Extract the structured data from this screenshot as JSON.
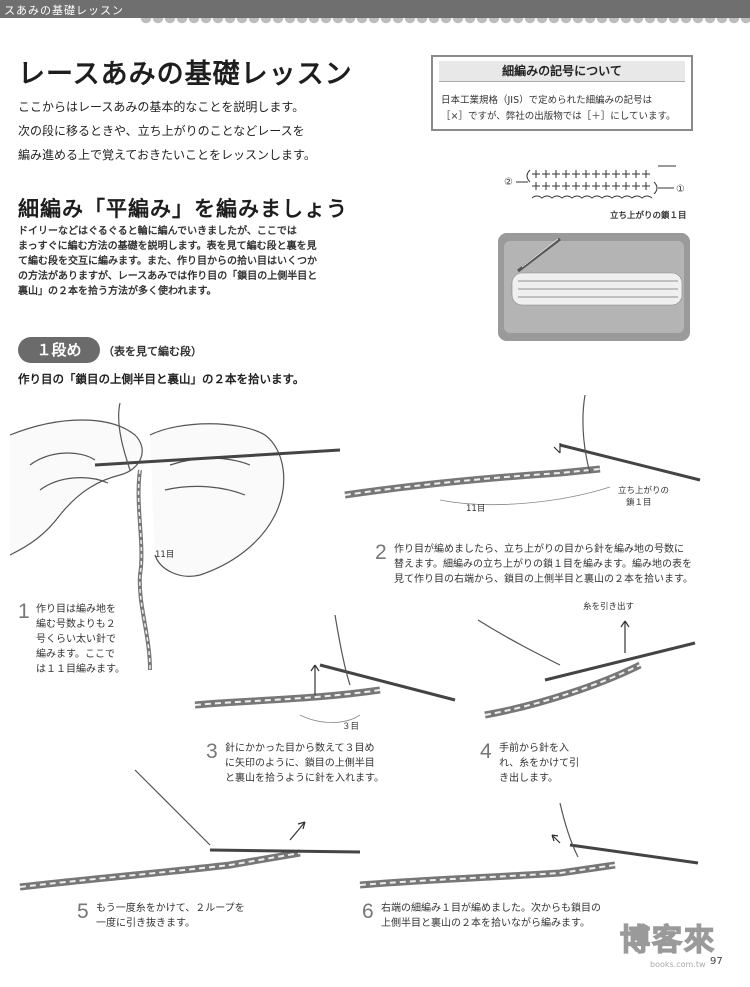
{
  "header": {
    "running_title": "スあみの基礎レッスン"
  },
  "title": "レースあみの基礎レッスン",
  "intro": [
    "ここからはレースあみの基本的なことを説明します。",
    "次の段に移るときや、立ち上がりのことなどレースを",
    "編み進める上で覚えておきたいことをレッスンします。"
  ],
  "note": {
    "heading": "細編みの記号について",
    "lines": [
      "日本工業規格（JIS）で定められた細編みの記号は",
      "［×］ですが、弊社の出版物では［＋］にしています。"
    ]
  },
  "symbol_chart": {
    "label_2": "②",
    "label_1": "①",
    "caption": "立ち上がりの鎖１目"
  },
  "section": {
    "heading": "細編み「平編み」を編みましょう",
    "body": [
      "ドイリーなどはぐるぐると輪に編んでいきましたが、ここでは",
      "まっすぐに編む方法の基礎を説明します。表を見て編む段と裏を見",
      "て編む段を交互に編みます。また、作り目からの拾い目はいくつか",
      "の方法がありますが、レースあみでは作り目の「鎖目の上側半目と",
      "裏山」の２本を拾う方法が多く使われます。"
    ]
  },
  "row1": {
    "badge": "１段め",
    "sub": "（表を見て編む段）",
    "lead": "作り目の「鎖目の上側半目と裏山」の２本を拾います。"
  },
  "steps": {
    "s1": {
      "num": "1",
      "lines": [
        "作り目は編み地を",
        "編む号数よりも２",
        "号くらい太い針で",
        "編みます。ここで",
        "は１１目編みます。"
      ],
      "label": "11目"
    },
    "s2": {
      "num": "2",
      "lines": [
        "作り目が編めましたら、立ち上がりの目から針を編み地の号数に",
        "替えます。細編みの立ち上がりの鎖１目を編みます。編み地の表を",
        "見て作り目の右端から、鎖目の上側半目と裏山の２本を拾います。"
      ],
      "label_count": "11目",
      "label_rise_1": "立ち上がりの",
      "label_rise_2": "鎖１目"
    },
    "s3": {
      "num": "3",
      "lines": [
        "針にかかった目から数えて３目め",
        "に矢印のように、鎖目の上側半目",
        "と裏山を拾うように針を入れます。"
      ],
      "label": "３目"
    },
    "s4": {
      "num": "4",
      "lines": [
        "手前から針を入",
        "れ、糸をかけて引",
        "き出します。"
      ],
      "label": "糸を引き出す"
    },
    "s5": {
      "num": "5",
      "lines": [
        "もう一度糸をかけて、２ループを",
        "一度に引き抜きます。"
      ]
    },
    "s6": {
      "num": "6",
      "lines": [
        "右端の細編み１目が編めました。次からも鎖目の",
        "上側半目と裏山の２本を拾いながら編みます。"
      ]
    }
  },
  "watermark": {
    "text": "博客來",
    "url": "books.com.tw"
  },
  "page_number": "97"
}
